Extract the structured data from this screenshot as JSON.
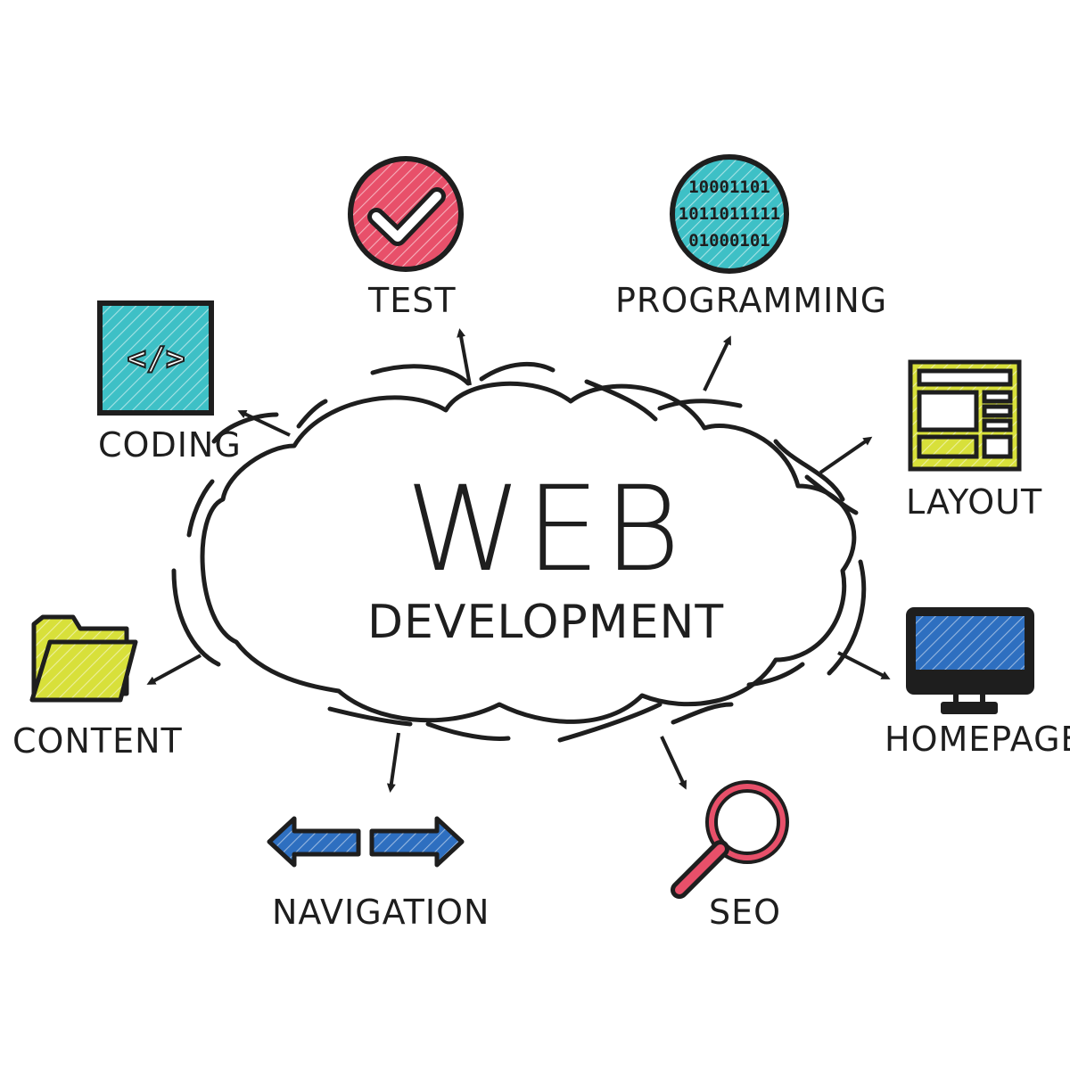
{
  "center": {
    "title": "WEB",
    "subtitle": "DEVELOPMENT"
  },
  "nodes": [
    {
      "id": "test",
      "label": "TEST",
      "icon": "checkmark-circle-icon",
      "color": "#e8506a"
    },
    {
      "id": "programming",
      "label": "PROGRAMMING",
      "icon": "binary-code-icon",
      "color": "#3ec0c6",
      "binary_lines": [
        "10001101",
        "1011011111",
        "01000101"
      ]
    },
    {
      "id": "coding",
      "label": "CODING",
      "icon": "code-tag-icon",
      "color": "#3ec0c6",
      "tag": "</>"
    },
    {
      "id": "layout",
      "label": "LAYOUT",
      "icon": "layout-icon",
      "color": "#d8e03a"
    },
    {
      "id": "content",
      "label": "CONTENT",
      "icon": "folder-icon",
      "color": "#d8e03a"
    },
    {
      "id": "homepage",
      "label": "HOMEPAGE",
      "icon": "monitor-icon",
      "color": "#2e6fc0"
    },
    {
      "id": "navigation",
      "label": "NAVIGATION",
      "icon": "arrows-left-right-icon",
      "color": "#2e6fc0"
    },
    {
      "id": "seo",
      "label": "SEO",
      "icon": "magnifier-icon",
      "color": "#e8506a"
    }
  ],
  "colors": {
    "ink": "#1e1e1e",
    "red": "#e8506a",
    "teal": "#3ec0c6",
    "yellow": "#d8e03a",
    "blue": "#2e6fc0"
  }
}
